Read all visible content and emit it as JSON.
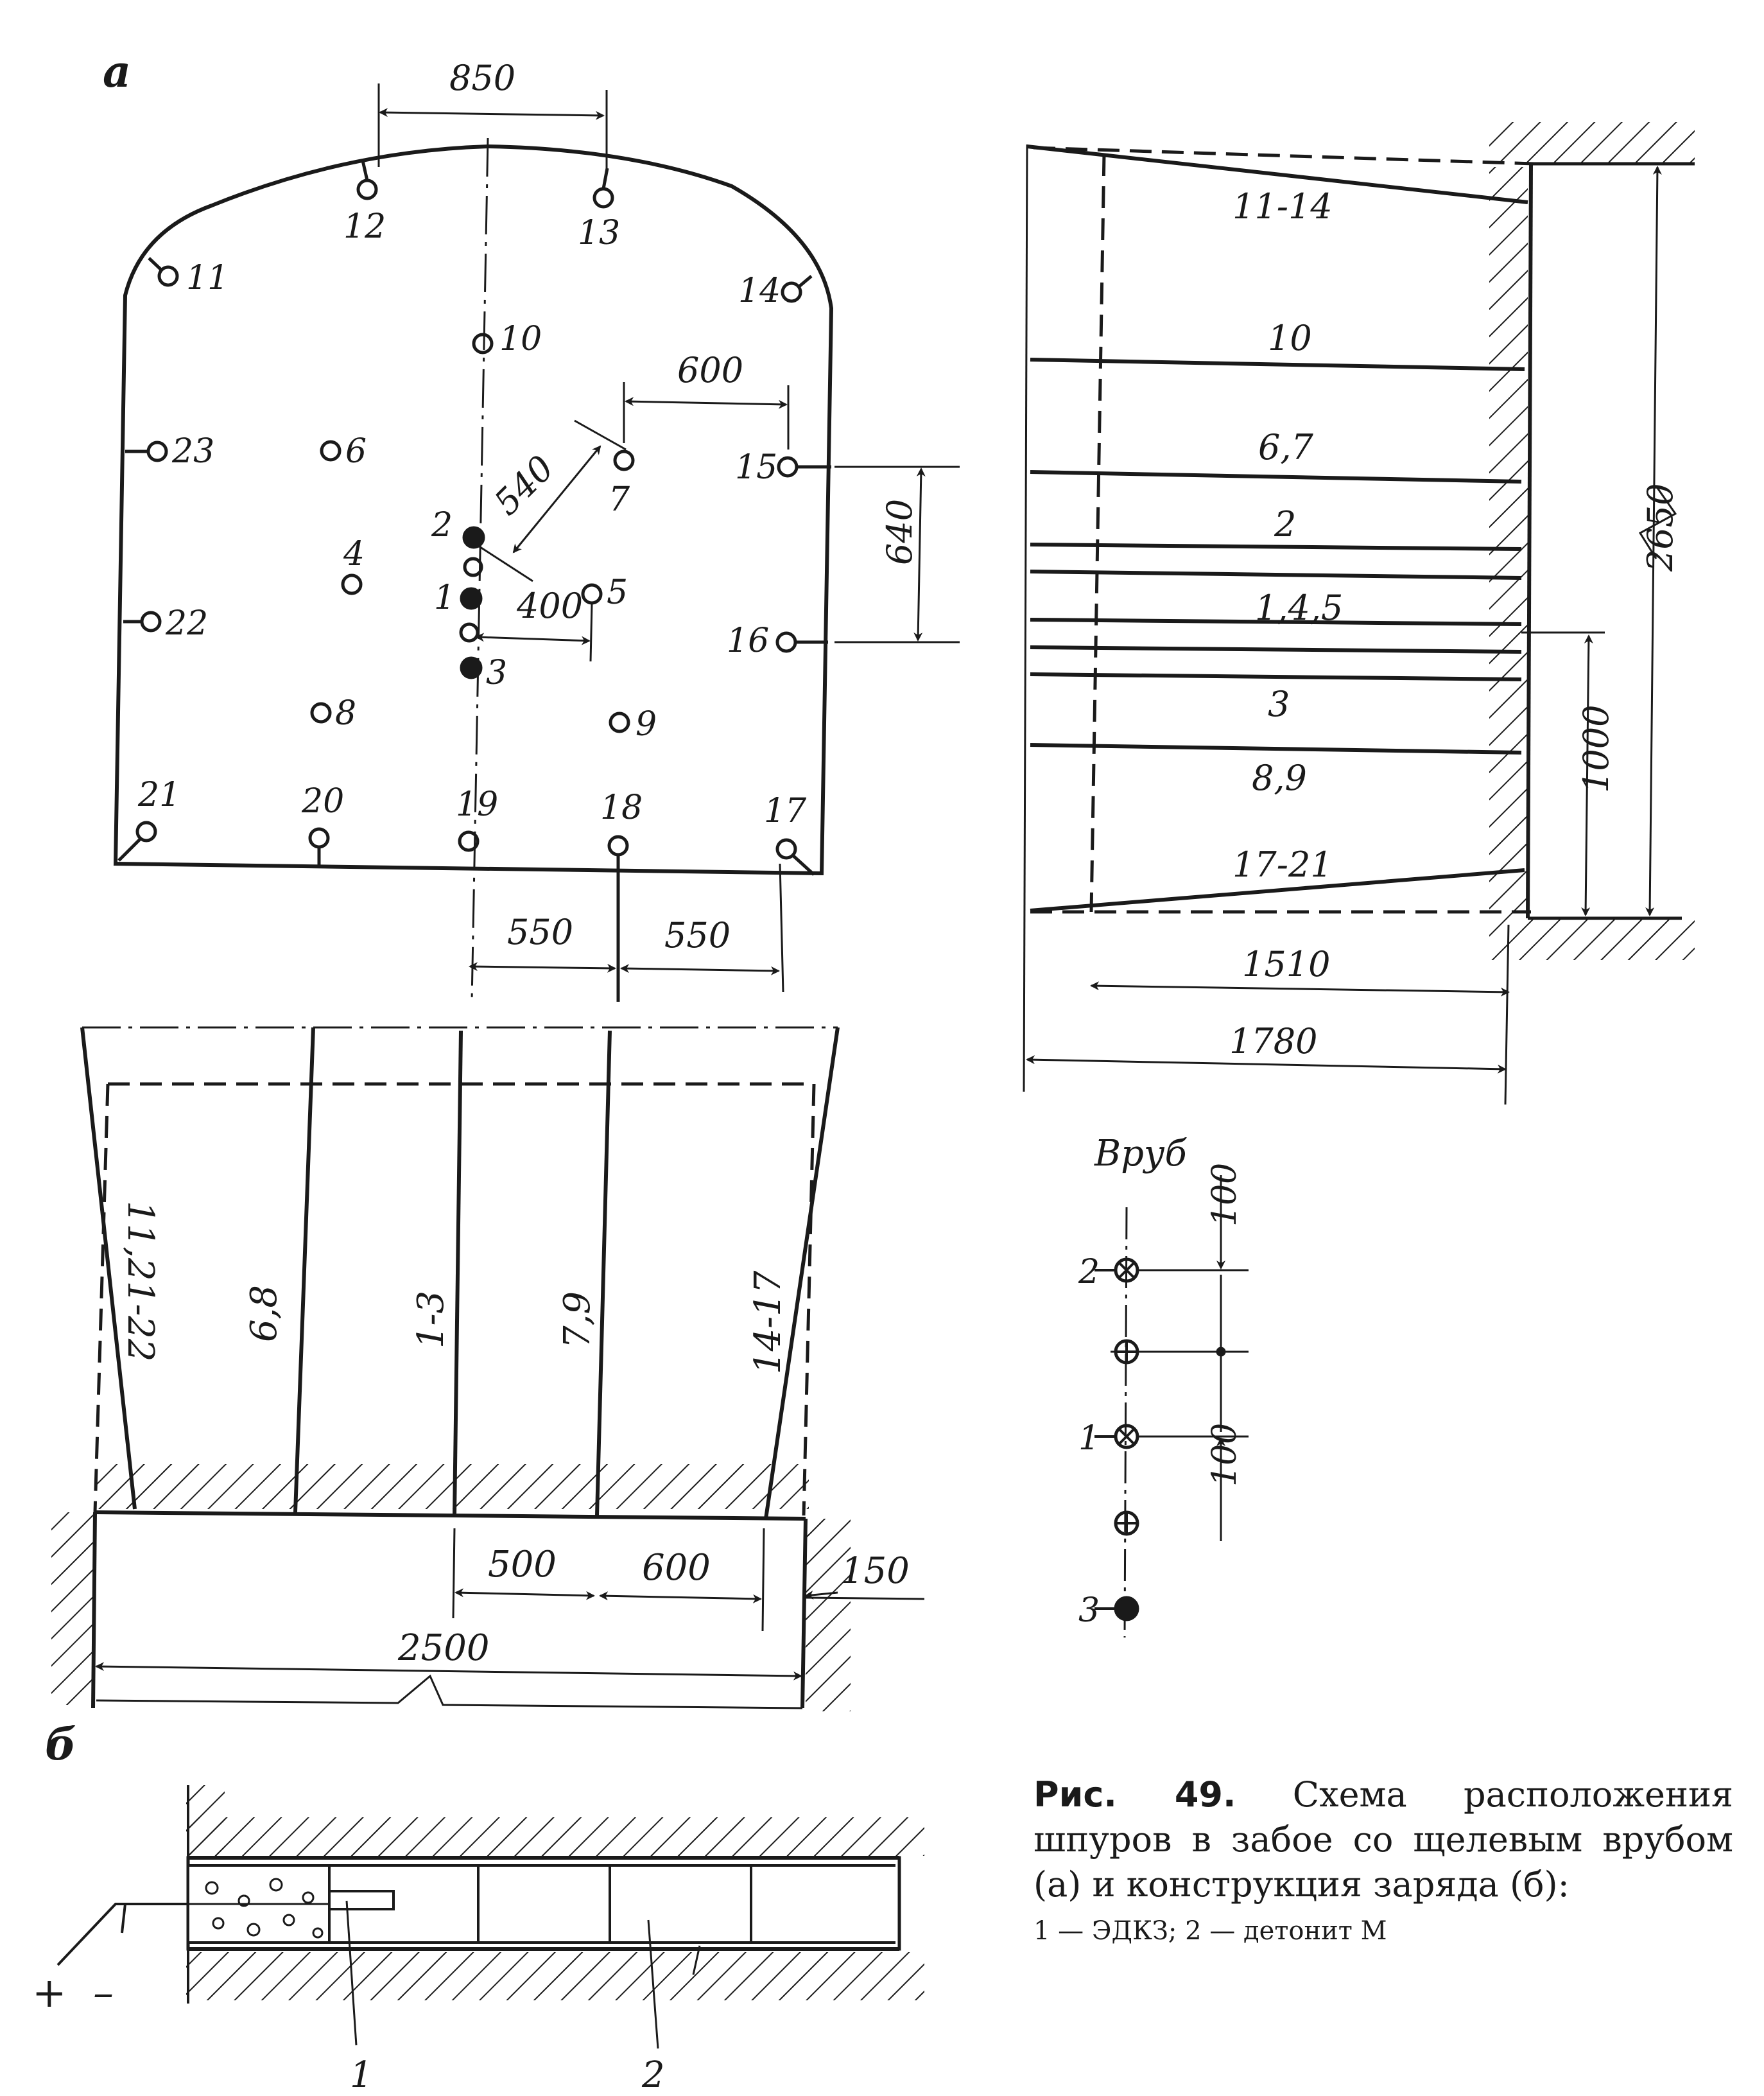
{
  "panel_labels": {
    "a": "а",
    "b": "б"
  },
  "face": {
    "hole_labels": [
      "1",
      "2",
      "3",
      "4",
      "5",
      "6",
      "7",
      "8",
      "9",
      "10",
      "11",
      "12",
      "13",
      "14",
      "15",
      "16",
      "17",
      "18",
      "19",
      "20",
      "21",
      "22",
      "23"
    ],
    "dimensions": {
      "d850": "850",
      "d600": "600",
      "d540": "540",
      "d640": "640",
      "d400": "400",
      "d550a": "550",
      "d550b": "550"
    }
  },
  "plan_view": {
    "row_labels": [
      "11,21-22",
      "6,8",
      "1-3",
      "7,9",
      "14-17"
    ],
    "dimensions": {
      "d500": "500",
      "d600": "600",
      "d150": "150",
      "d2500": "2500"
    }
  },
  "side_view": {
    "row_labels": [
      "11-14",
      "10",
      "6,7",
      "2",
      "1,4,5",
      "3",
      "8,9",
      "17-21"
    ],
    "dimensions": {
      "d2650": "2650",
      "d1000": "1000",
      "d1510": "1510",
      "d1780": "1780"
    }
  },
  "cut": {
    "title": "Вруб",
    "labels": [
      "2",
      "1",
      "3"
    ],
    "dimensions": {
      "d100a": "100",
      "d100b": "100"
    }
  },
  "charge": {
    "labels": [
      "+",
      "–",
      "1",
      "2"
    ]
  },
  "caption": {
    "figure": "Рис. 49.",
    "text": "Схема расположения шпуров в забое со щелевым врубом (а) и конструкция заряда (б):",
    "legend": "1 — ЭДКЗ; 2 — детонит М"
  }
}
